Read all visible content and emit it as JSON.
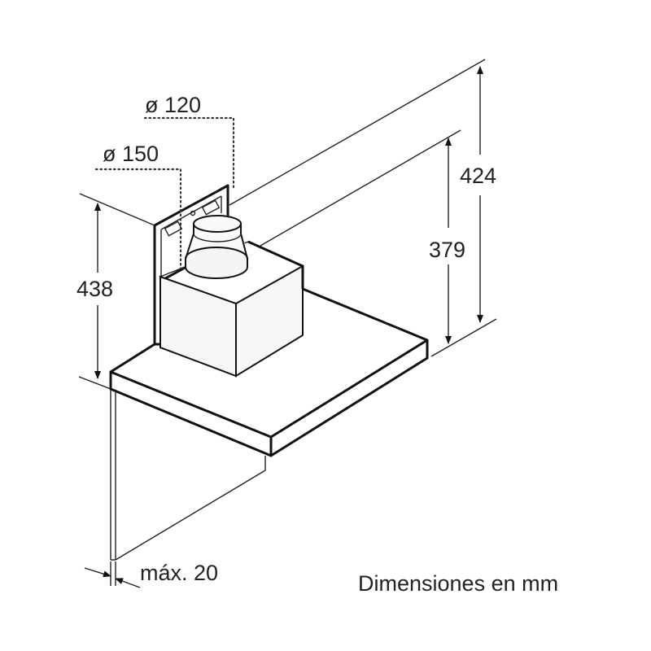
{
  "diagram": {
    "dimensions": {
      "duct_small": "ø 120",
      "duct_large": "ø 150",
      "height_left": "438",
      "height_inner": "379",
      "height_total": "424",
      "wall_gap": "máx. 20"
    },
    "caption": "Dimensiones en mm"
  }
}
